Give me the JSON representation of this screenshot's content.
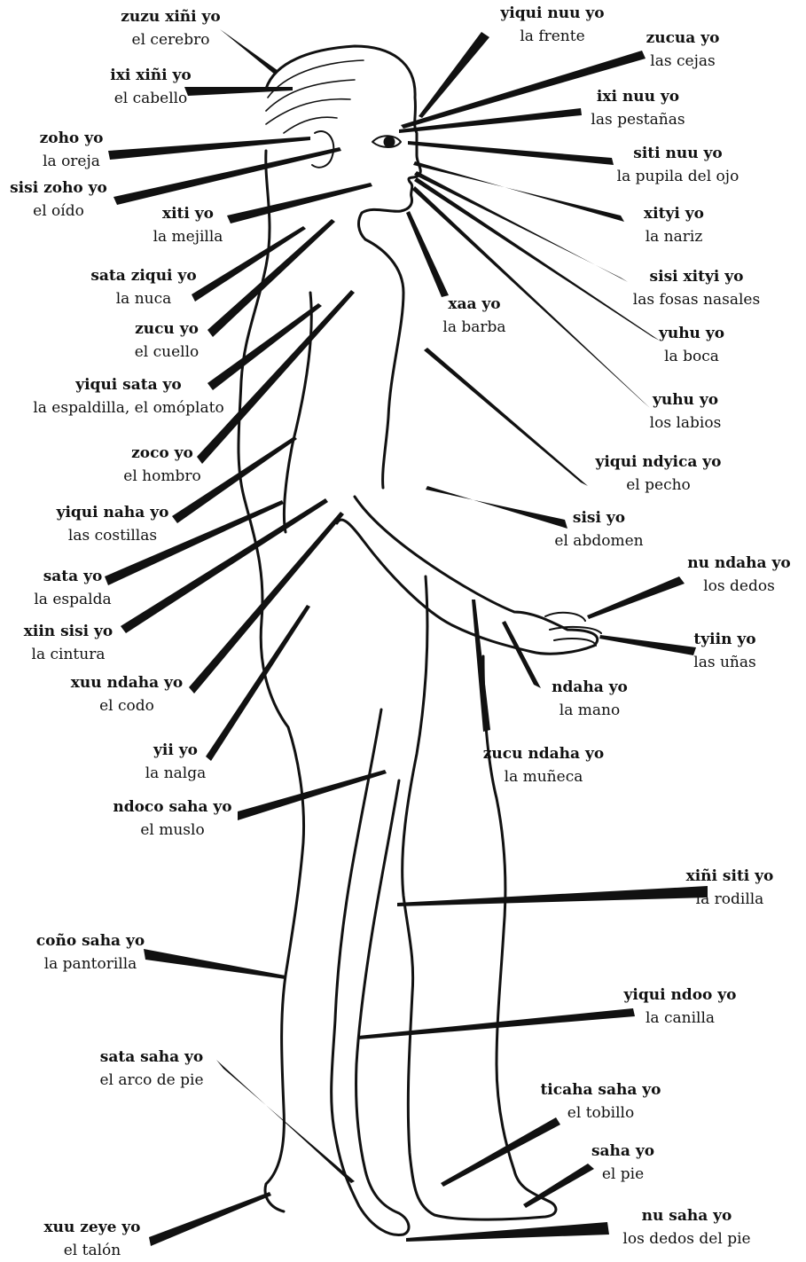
{
  "labels": [
    {
      "mixteco": "zuzu xiñi yo",
      "spanish": "el cerebro"
    },
    {
      "mixteco": "yiqui nuu yo",
      "spanish": "la frente"
    },
    {
      "mixteco": "zucua yo",
      "spanish": "las cejas"
    },
    {
      "mixteco": "ixi xiñi yo",
      "spanish": "el cabello"
    },
    {
      "mixteco": "ixi nuu yo",
      "spanish": "las pestañas"
    },
    {
      "mixteco": "zoho yo",
      "spanish": "la oreja"
    },
    {
      "mixteco": "siti nuu yo",
      "spanish": "la pupila del ojo"
    },
    {
      "mixteco": "sisi zoho yo",
      "spanish": "el oído"
    },
    {
      "mixteco": "xiti yo",
      "spanish": "la mejilla"
    },
    {
      "mixteco": "xityi yo",
      "spanish": "la nariz"
    },
    {
      "mixteco": "sata ziqui yo",
      "spanish": "la nuca"
    },
    {
      "mixteco": "sisi xityi yo",
      "spanish": "las fosas nasales"
    },
    {
      "mixteco": "xaa yo",
      "spanish": "la barba"
    },
    {
      "mixteco": "zucu yo",
      "spanish": "el cuello"
    },
    {
      "mixteco": "yuhu yo",
      "spanish": "la boca"
    },
    {
      "mixteco": "yiqui sata yo",
      "spanish": "la espaldilla, el omóplato"
    },
    {
      "mixteco": "yuhu yo",
      "spanish": "los labios"
    },
    {
      "mixteco": "zoco yo",
      "spanish": "el hombro"
    },
    {
      "mixteco": "yiqui ndyica yo",
      "spanish": "el pecho"
    },
    {
      "mixteco": "yiqui naha yo",
      "spanish": "las costillas"
    },
    {
      "mixteco": "sisi yo",
      "spanish": "el abdomen"
    },
    {
      "mixteco": "sata yo",
      "spanish": "la espalda"
    },
    {
      "mixteco": "nu ndaha yo",
      "spanish": "los dedos"
    },
    {
      "mixteco": "xiin sisi yo",
      "spanish": "la cintura"
    },
    {
      "mixteco": "tyiin yo",
      "spanish": "las uñas"
    },
    {
      "mixteco": "xuu ndaha yo",
      "spanish": "el codo"
    },
    {
      "mixteco": "ndaha yo",
      "spanish": "la mano"
    },
    {
      "mixteco": "yii yo",
      "spanish": "la nalga"
    },
    {
      "mixteco": "zucu ndaha yo",
      "spanish": "la muñeca"
    },
    {
      "mixteco": "ndoco saha yo",
      "spanish": "el muslo"
    },
    {
      "mixteco": "xiñi siti yo",
      "spanish": "la rodilla"
    },
    {
      "mixteco": "coño saha yo",
      "spanish": "la pantorilla"
    },
    {
      "mixteco": "yiqui ndoo yo",
      "spanish": "la canilla"
    },
    {
      "mixteco": "sata saha yo",
      "spanish": "el arco de pie"
    },
    {
      "mixteco": "ticaha saha yo",
      "spanish": "el tobillo"
    },
    {
      "mixteco": "saha yo",
      "spanish": "el pie"
    },
    {
      "mixteco": "xuu zeye yo",
      "spanish": "el talón"
    },
    {
      "mixteco": "nu saha yo",
      "spanish": "los dedos del pie"
    }
  ]
}
